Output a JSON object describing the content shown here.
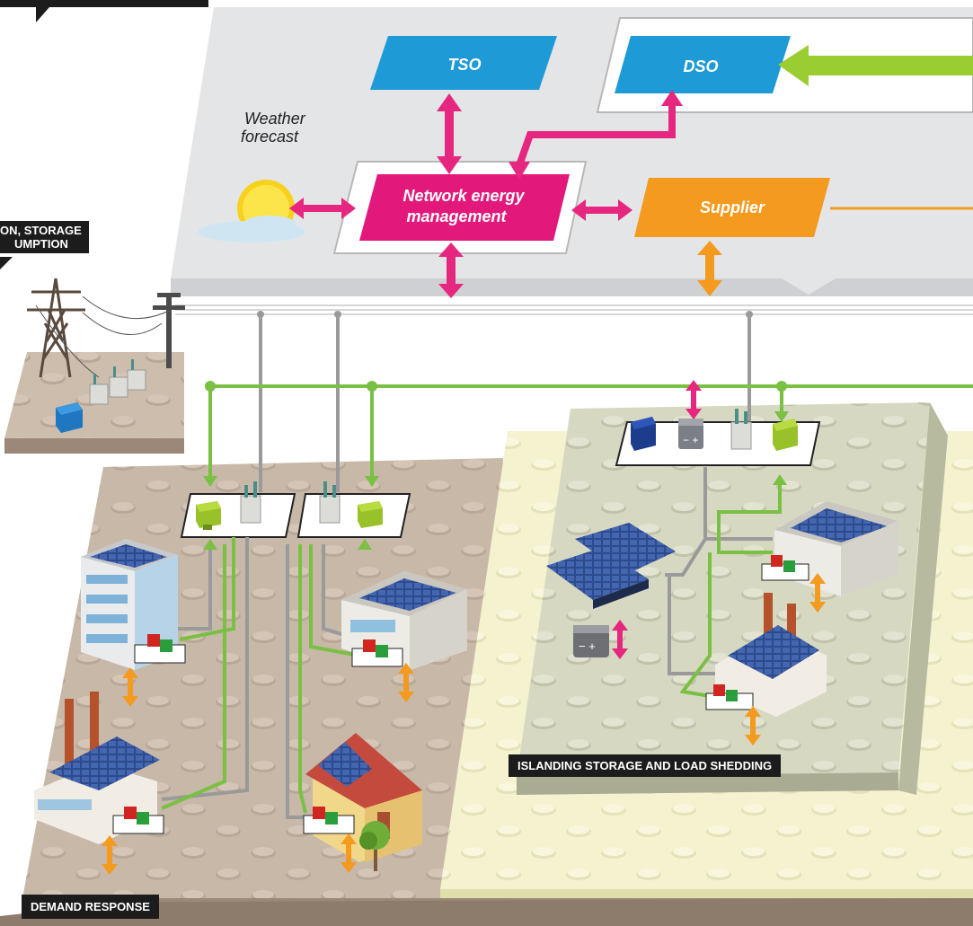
{
  "labels": {
    "tso": "TSO",
    "dso": "DSO",
    "network_mgmt_line1": "Network energy",
    "network_mgmt_line2": "management",
    "supplier": "Supplier",
    "weather_line1": "Weather",
    "weather_line2": "forecast",
    "gen_storage_line1": "ON, STORAGE",
    "gen_storage_line2": "UMPTION",
    "islanding": "ISLANDING STORAGE AND LOAD SHEDDING",
    "demand_response": "DEMAND RESPONSE"
  },
  "colors": {
    "tso_dso_box": "#1e9ad6",
    "network_mgmt_box": "#e2197b",
    "supplier_box": "#f39a1f",
    "magenta_arrow": "#e6277f",
    "orange_arrow": "#f39a1f",
    "green_line": "#79c043",
    "grey_line": "#9a9a9a",
    "plate_grey": "#e4e5e7",
    "ground_brown": "#c8b8a8",
    "island_yellow": "#f4f2cf",
    "island_green": "#d6d8c2"
  },
  "icons": [
    "sun-icon",
    "cloud-icon",
    "pylon-icon",
    "utility-pole-icon",
    "transformer-icon",
    "meter-icon",
    "battery-icon",
    "solar-panel-icon",
    "apartment-icon",
    "office-icon",
    "factory-icon",
    "house-icon",
    "tree-icon",
    "smart-meter-icon"
  ]
}
